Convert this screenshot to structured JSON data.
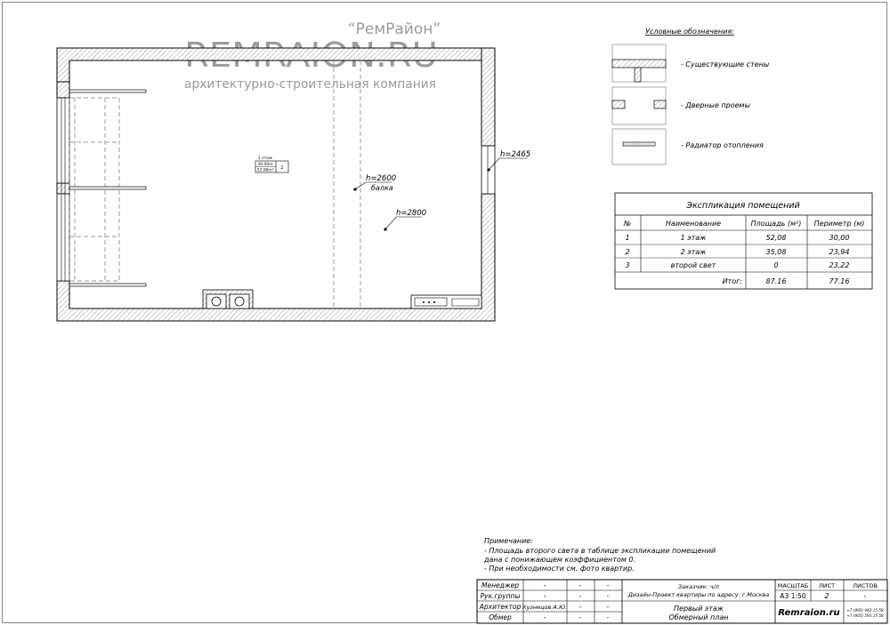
{
  "logo": {
    "brand_quoted": "“РемРайон”",
    "brand_latin": "RemRaion.ru",
    "tagline": "архитектурно-строительная компания"
  },
  "plan": {
    "room_tag": {
      "floor": "1 этаж",
      "perimeter": "30.00m",
      "area": "52.08m²",
      "number": "1"
    },
    "height_window": "h=2465",
    "height_beam": "h=2600",
    "beam_label": "балка",
    "height_room": "h=2800"
  },
  "legend": {
    "title": "Условные обозначения:",
    "items": [
      {
        "icon": "wall-symbol-icon",
        "label": "- Существующие стены"
      },
      {
        "icon": "door-symbol-icon",
        "label": "- Дверные проемы"
      },
      {
        "icon": "radiator-symbol-icon",
        "label": "- Радиатор отопления"
      }
    ]
  },
  "explication": {
    "title": "Экспликация помещений",
    "headers": [
      "№",
      "Наименование",
      "Площадь (м²)",
      "Периметр (м)"
    ],
    "rows": [
      [
        "1",
        "1 этаж",
        "52,08",
        "30,00"
      ],
      [
        "2",
        "2 этаж",
        "35,08",
        "23,94"
      ],
      [
        "3",
        "второй свет",
        "0",
        "23,22"
      ]
    ],
    "total_label": "Итог:",
    "total_area": "87.16",
    "total_perimeter": "77.16"
  },
  "notes": {
    "title": "Примечание:",
    "lines": [
      "- Площадь второго света в таблице экспликации помещений",
      "дана с понижающем коэффициентом 0.",
      "- При необходимости см. фото квартир."
    ]
  },
  "title_block": {
    "roles": [
      "Менеджер",
      "Рук.группы",
      "Архитектор",
      "Обмер"
    ],
    "names": [
      "-",
      "-",
      "Кузнецов А.Ю.",
      "-"
    ],
    "dash": "-",
    "customer": "Заказчик: ч/л",
    "project": "Дизайн-Проект квартиры по адресу: г.Москва",
    "sheet_title_1": "Первый этаж",
    "sheet_title_2": "Обмерный план",
    "scale_label": "МАСШТАБ",
    "sheet_label": "ЛИСТ",
    "sheets_label": "ЛИСТОВ",
    "scale_value": "А3 1:50",
    "sheet_value": "2",
    "sheets_value": "-",
    "company": "Remraion.ru",
    "phone_1": "+7 (495) 943 15 58",
    "phone_2": "+7 (905) 593 15 58"
  }
}
